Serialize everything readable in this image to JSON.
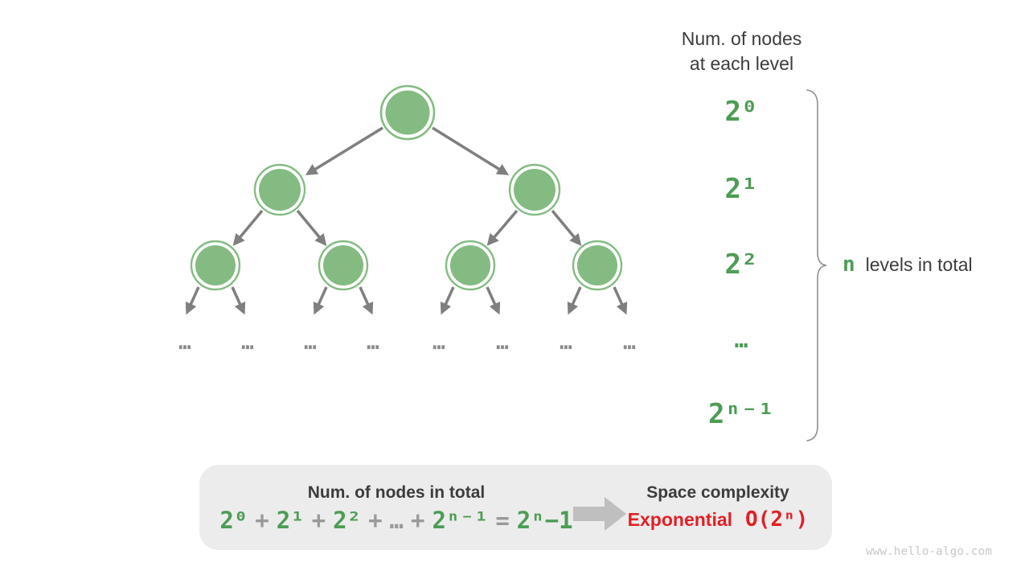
{
  "header": {
    "line1": "Num. of nodes",
    "line2": "at each level"
  },
  "level_labels": [
    "2⁰",
    "2¹",
    "2²",
    "…",
    "2ⁿ⁻¹"
  ],
  "leaf_ellipsis": "…",
  "brace_label": {
    "n": "n",
    "rest": "levels in total"
  },
  "tree": {
    "levels_shown": 3,
    "nodes_per_level": [
      1,
      2,
      4
    ],
    "leaf_groups": 8
  },
  "summary": {
    "left_title": "Num. of nodes in total",
    "formula": [
      {
        "text": "2⁰",
        "color": "green"
      },
      {
        "text": "+",
        "color": "gray"
      },
      {
        "text": "2¹",
        "color": "green"
      },
      {
        "text": "+",
        "color": "gray"
      },
      {
        "text": "2²",
        "color": "green"
      },
      {
        "text": "+",
        "color": "gray"
      },
      {
        "text": "…",
        "color": "gray"
      },
      {
        "text": "+",
        "color": "gray"
      },
      {
        "text": "2ⁿ⁻¹",
        "color": "green"
      },
      {
        "text": "=",
        "color": "gray"
      },
      {
        "text": "2ⁿ−1",
        "color": "green"
      }
    ],
    "right_title": "Space complexity",
    "complexity_word": "Exponential",
    "complexity_notation": "O(2ⁿ)"
  },
  "watermark": "www.hello-algo.com",
  "colors": {
    "node_green": "#84bb82",
    "label_green": "#4d9c55",
    "edge_gray": "#7f7f7f",
    "text_dark": "#3c3c3c",
    "box_bg": "#ececec",
    "block_arrow": "#bfbfbf",
    "red": "#e22026",
    "watermark_gray": "#c9c9c9"
  }
}
